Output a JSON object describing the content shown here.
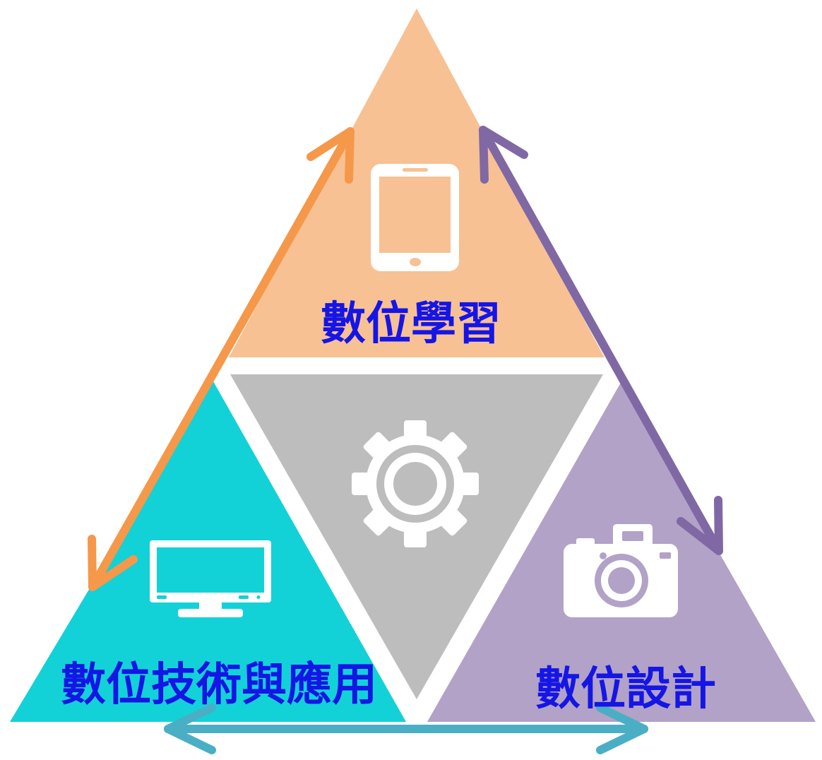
{
  "labels": {
    "top": "數位學習",
    "bottom_left": "數位技術與應用",
    "bottom_right": "數位設計"
  },
  "colors": {
    "top_fill": "#f8c193",
    "left_fill": "#12d2d8",
    "right_fill": "#b2a2c8",
    "center_fill": "#bdbdbd",
    "label_text": "#1515e6",
    "arrow_orange": "#f6984a",
    "arrow_purple": "#8068a4",
    "arrow_teal": "#4aaec5",
    "icon_white": "#ffffff"
  },
  "icons": {
    "top": "tablet-icon",
    "center": "gear-icon",
    "left": "monitor-icon",
    "right": "camera-icon"
  }
}
